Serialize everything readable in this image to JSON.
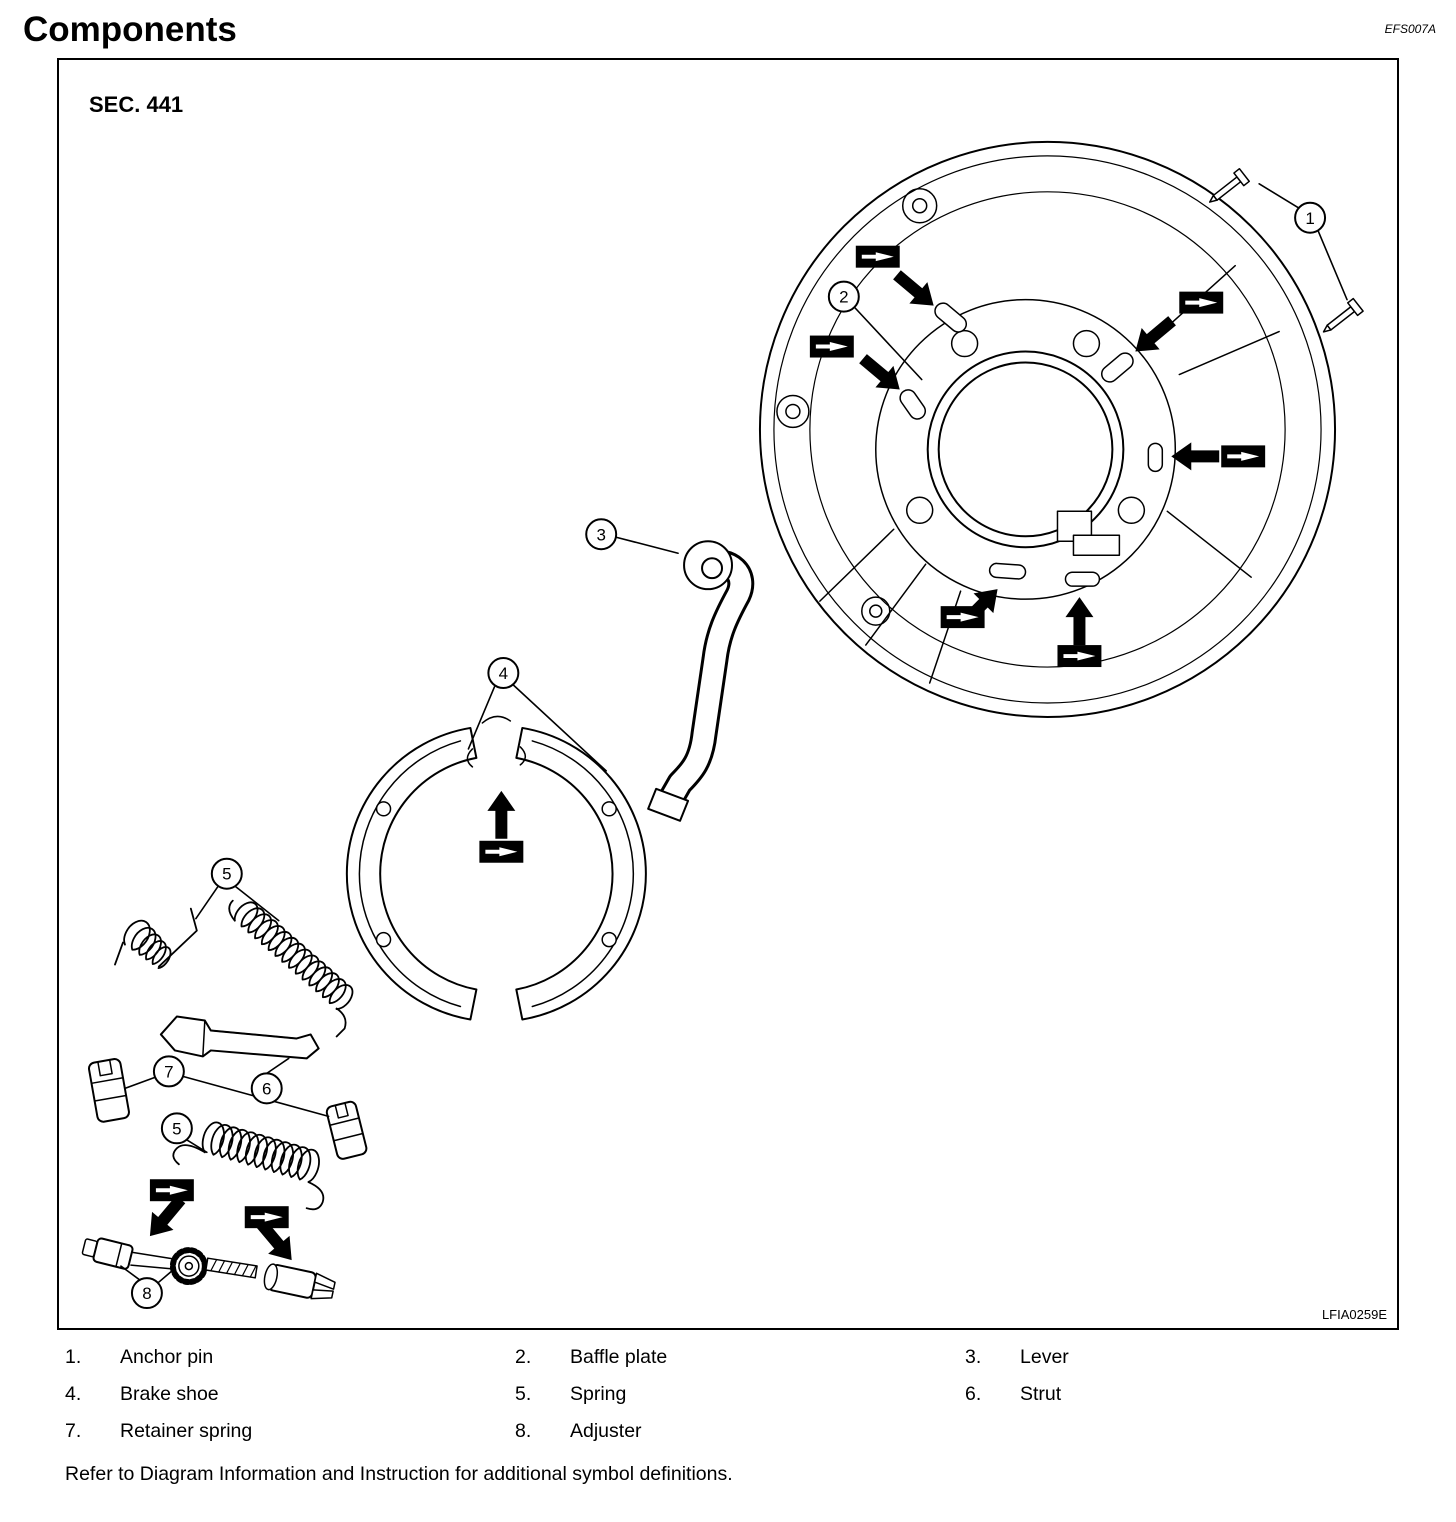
{
  "page": {
    "title": "Components",
    "doc_code": "EFS007A",
    "note": "Refer to Diagram Information and Instruction for additional symbol definitions."
  },
  "figure": {
    "section_label": "SEC. 441",
    "figure_id": "LFIA0259E",
    "callouts": [
      "1",
      "2",
      "3",
      "4",
      "5",
      "6",
      "7",
      "5",
      "8"
    ],
    "icons": {
      "grease_symbol": "grease-application-symbol",
      "arrow": "grease-point-arrow"
    }
  },
  "legend": {
    "items": [
      {
        "num": "1.",
        "label": "Anchor pin"
      },
      {
        "num": "2.",
        "label": "Baffle plate"
      },
      {
        "num": "3.",
        "label": "Lever"
      },
      {
        "num": "4.",
        "label": "Brake shoe"
      },
      {
        "num": "5.",
        "label": "Spring"
      },
      {
        "num": "6.",
        "label": "Strut"
      },
      {
        "num": "7.",
        "label": "Retainer spring"
      },
      {
        "num": "8.",
        "label": "Adjuster"
      }
    ]
  }
}
